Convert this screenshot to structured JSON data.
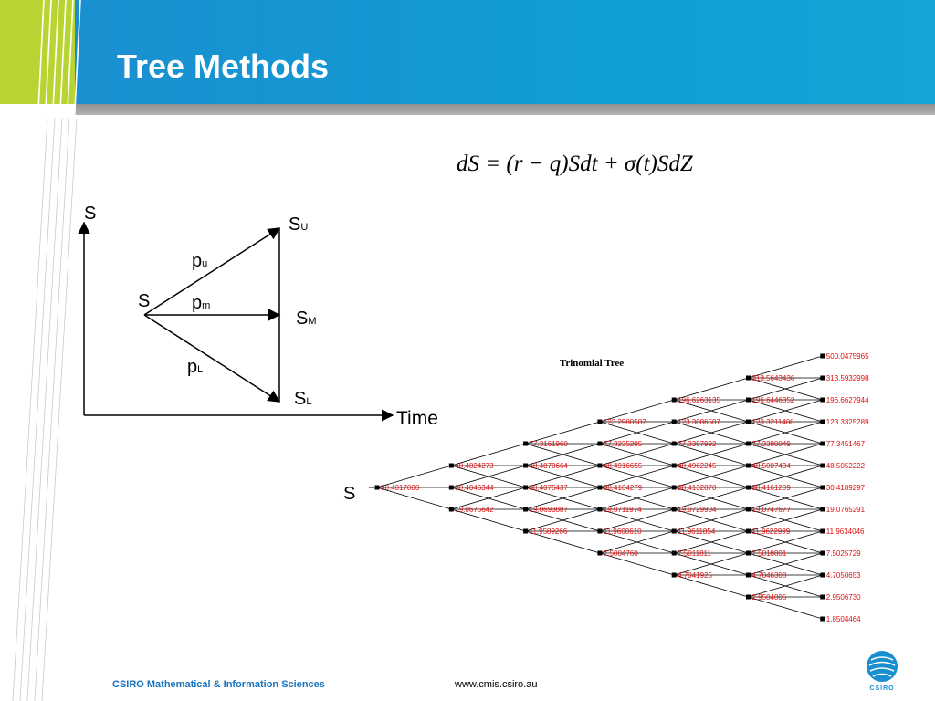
{
  "slide": {
    "title": "Tree Methods",
    "equation": "dS = (r − q)Sdt + σ(t)SdZ"
  },
  "schematic": {
    "y_axis_label": "S",
    "x_axis_label": "Time",
    "origin_label": "S",
    "up_node": {
      "base": "S",
      "sub": "U"
    },
    "mid_node": {
      "base": "S",
      "sub": "M"
    },
    "down_node": {
      "base": "S",
      "sub": "L"
    },
    "prob_up": {
      "base": "p",
      "sub": "u"
    },
    "prob_mid": {
      "base": "p",
      "sub": "m"
    },
    "prob_down": {
      "base": "p",
      "sub": "L"
    }
  },
  "trinomial_tree": {
    "title": "Trinomial Tree",
    "start_label": "S",
    "columns": [
      [
        "30.4017000"
      ],
      [
        "48.4824273",
        "30.4046344",
        "19.0675642"
      ],
      [
        "77.3161960",
        "48.4870664",
        "30.4075437",
        "19.0693887",
        "11.9589266"
      ],
      [
        "123.2980587",
        "77.3235295",
        "48.4916655",
        "30.4104279",
        "19.0711974",
        "11.9600610",
        "7.5004760"
      ],
      [
        "196.6263135",
        "123.3086507",
        "77.3307992",
        "48.4962245",
        "30.4132870",
        "19.0729904",
        "11.9611854",
        "7.5011811",
        "4.7041925"
      ],
      [
        "313.5643436",
        "196.6446352",
        "123.3211408",
        "77.3380049",
        "48.5007434",
        "30.4161209",
        "19.0747677",
        "11.9622999",
        "7.5018801",
        "4.7046308",
        "2.9504005"
      ],
      [
        "500.0475965",
        "313.5932998",
        "196.6627944",
        "123.3325289",
        "77.3451467",
        "48.5052222",
        "30.4189297",
        "19.0765291",
        "11.9634046",
        "7.5025729",
        "4.7050653",
        "2.9506730",
        "1.8504464"
      ]
    ]
  },
  "footer": {
    "org": "CSIRO Mathematical & Information Sciences",
    "url": "www.cmis.csiro.au"
  },
  "logo": {
    "text": "CSIRO",
    "color": "#1a8fd0"
  },
  "colors": {
    "header": "#109ed6",
    "accent": "#b8d433",
    "node_label": "#e01010"
  }
}
